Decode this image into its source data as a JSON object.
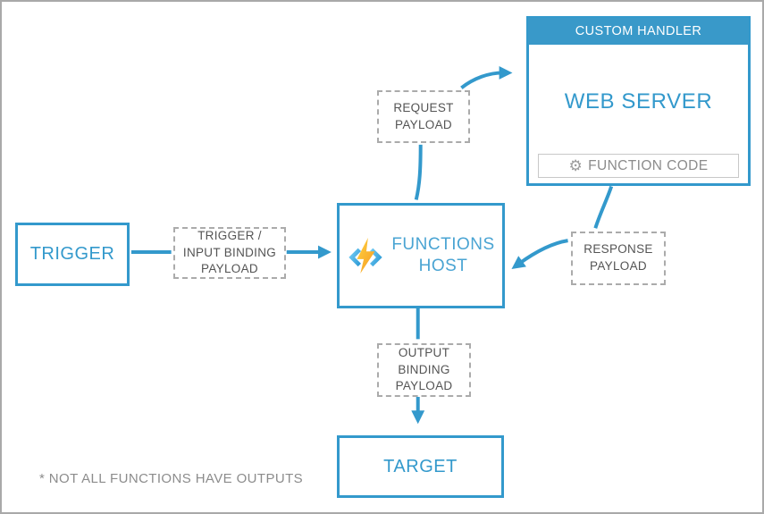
{
  "colors": {
    "blue": "#3399CC",
    "host_text_blue": "#4AA4D3",
    "header_fill": "#3999C9",
    "dashed_border": "#ABABAB",
    "dashed_text": "#545454",
    "gray_text": "#8C8C8C",
    "function_code_border": "#C8C8C8",
    "frame_border": "#A9A9A9",
    "bolt_yellow": "#FFD23E",
    "bolt_orange": "#F59A23"
  },
  "nodes": {
    "trigger": {
      "label": "TRIGGER"
    },
    "trigger_input_payload": {
      "label": "TRIGGER /\nINPUT BINDING\nPAYLOAD"
    },
    "functions_host": {
      "label": "FUNCTIONS\nHOST"
    },
    "request_payload": {
      "label": "REQUEST\nPAYLOAD"
    },
    "custom_handler": {
      "title": "CUSTOM HANDLER",
      "server": "WEB SERVER",
      "function_code": "FUNCTION CODE"
    },
    "response_payload": {
      "label": "RESPONSE\nPAYLOAD"
    },
    "output_binding_payload": {
      "label": "OUTPUT\nBINDING\nPAYLOAD"
    },
    "target": {
      "label": "TARGET"
    }
  },
  "footnote": "* NOT ALL FUNCTIONS HAVE OUTPUTS"
}
